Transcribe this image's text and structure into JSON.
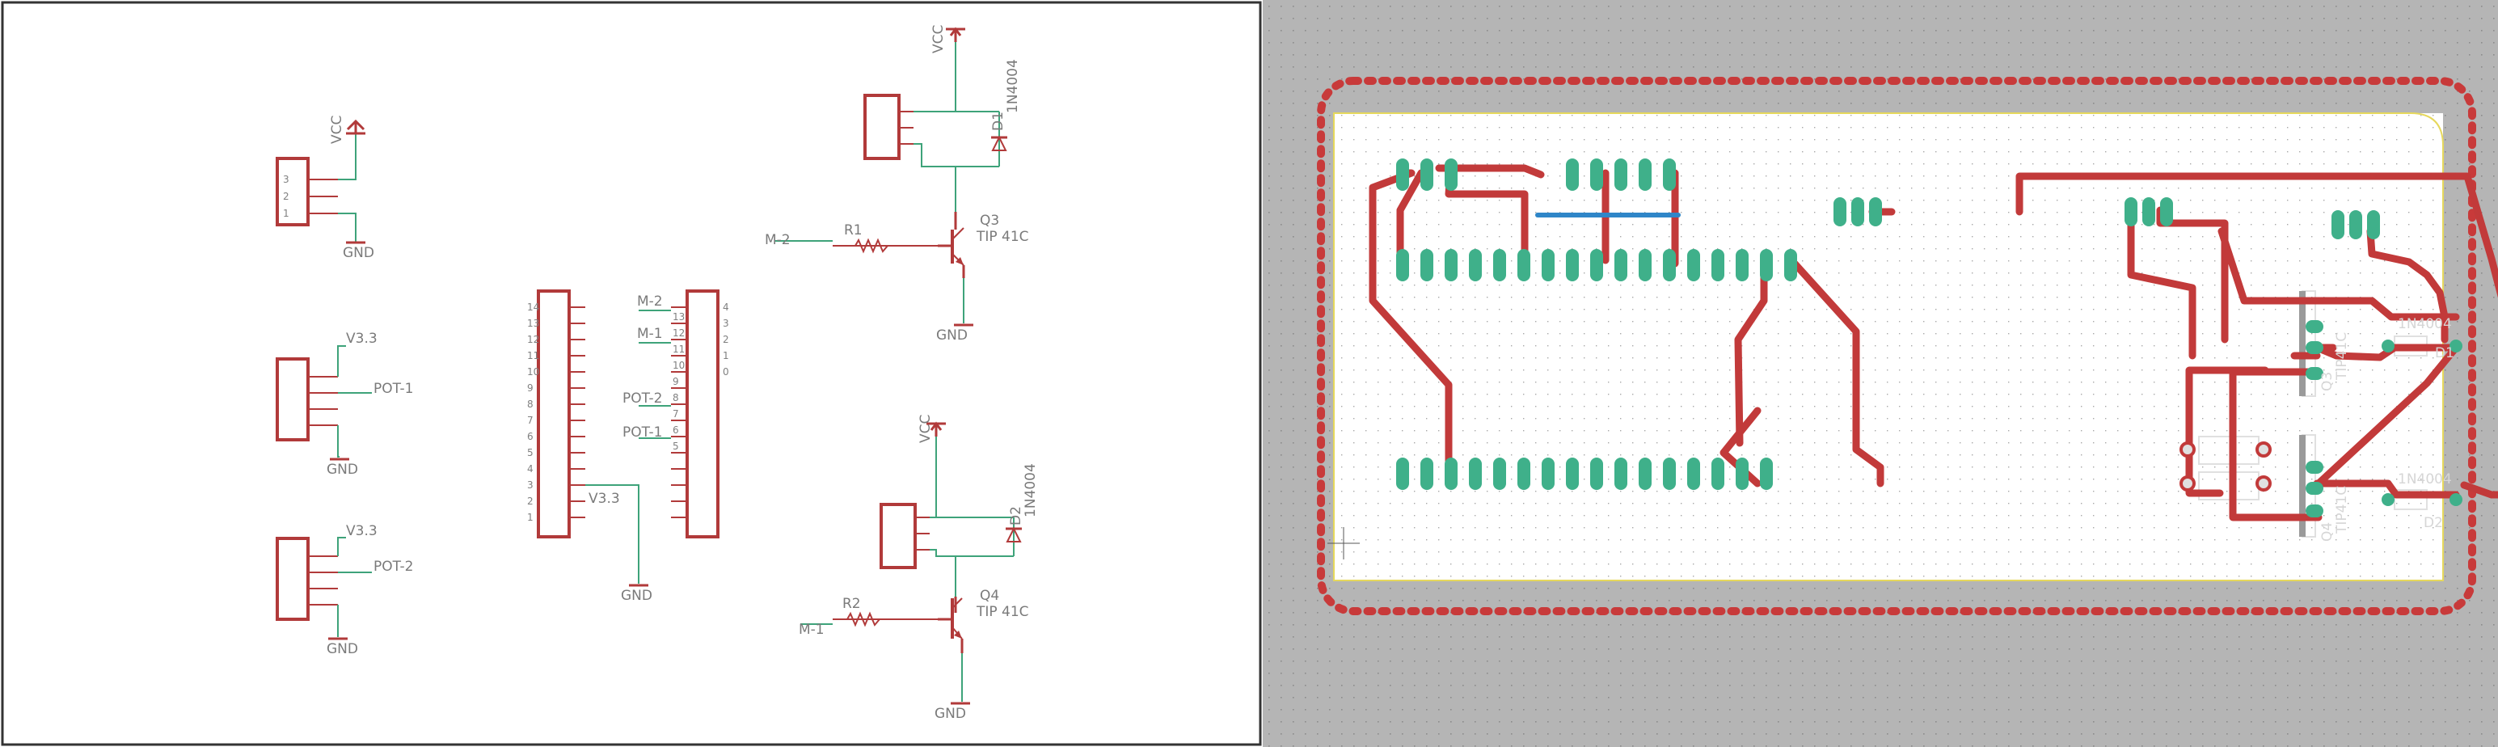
{
  "colors": {
    "schematic_symbol": "#b13a3a",
    "schematic_net": "#3ea37a",
    "schematic_text": "#7a7a7a",
    "board_background": "#b5b5b5",
    "board_grid_dot": "#8c8c8c",
    "board_dimension": "#c83a3a",
    "board_outline": "#e6d85c",
    "pcb_top_trace": "#c23a3a",
    "pcb_bottom_trace": "#2f86c8",
    "pcb_pad": "#3fb08a",
    "pcb_silkscreen": "#e0e0e0"
  },
  "schematic": {
    "net_labels": {
      "vcc_1": "VCC",
      "gnd_1": "GND",
      "v33_2": "V3.3",
      "pot_2": "POT-1",
      "gnd_2": "GND",
      "v33_3": "V3.3",
      "pot_3": "POT-2",
      "gnd_3": "GND",
      "m2_hdr": "M-2",
      "m1_hdr": "M-1",
      "pot2_hdr": "POT-2",
      "pot1_hdr": "POT-1",
      "v33_hdr": "V3.3",
      "gnd_hdr": "GND",
      "vcc_top": "VCC",
      "m2_top": "M-2",
      "gnd_top": "GND",
      "vcc_bot": "VCC",
      "m1_bot": "M-1",
      "gnd_bot": "GND"
    },
    "parts": {
      "r1": "R1",
      "q3": "Q3",
      "q3_value": "TIP 41C",
      "d1": "D1",
      "d1_value": "1N4004",
      "r2": "R2",
      "q4": "Q4",
      "q4_value": "TIP 41C",
      "d2": "D2",
      "d2_value": "1N4004"
    },
    "header_pins": [
      "14",
      "13",
      "12",
      "11",
      "10",
      "9",
      "8",
      "7",
      "6",
      "5",
      "4",
      "3",
      "2",
      "1"
    ],
    "header_b_pins": [
      "4",
      "13",
      "3",
      "12",
      "2",
      "11",
      "1",
      "10",
      "0",
      "9",
      "8",
      "7",
      "6",
      "5"
    ],
    "connector_pins": [
      "3",
      "2",
      "1"
    ]
  },
  "board": {
    "silkscreen": {
      "d1_value": "1N4004",
      "d1_name": "D1",
      "d2_value": "1N4004",
      "d2_name": "D2",
      "q3_name": "Q3",
      "q3_value": "TIP41C",
      "q4_name": "Q4",
      "q4_value": "TIP41C"
    }
  }
}
